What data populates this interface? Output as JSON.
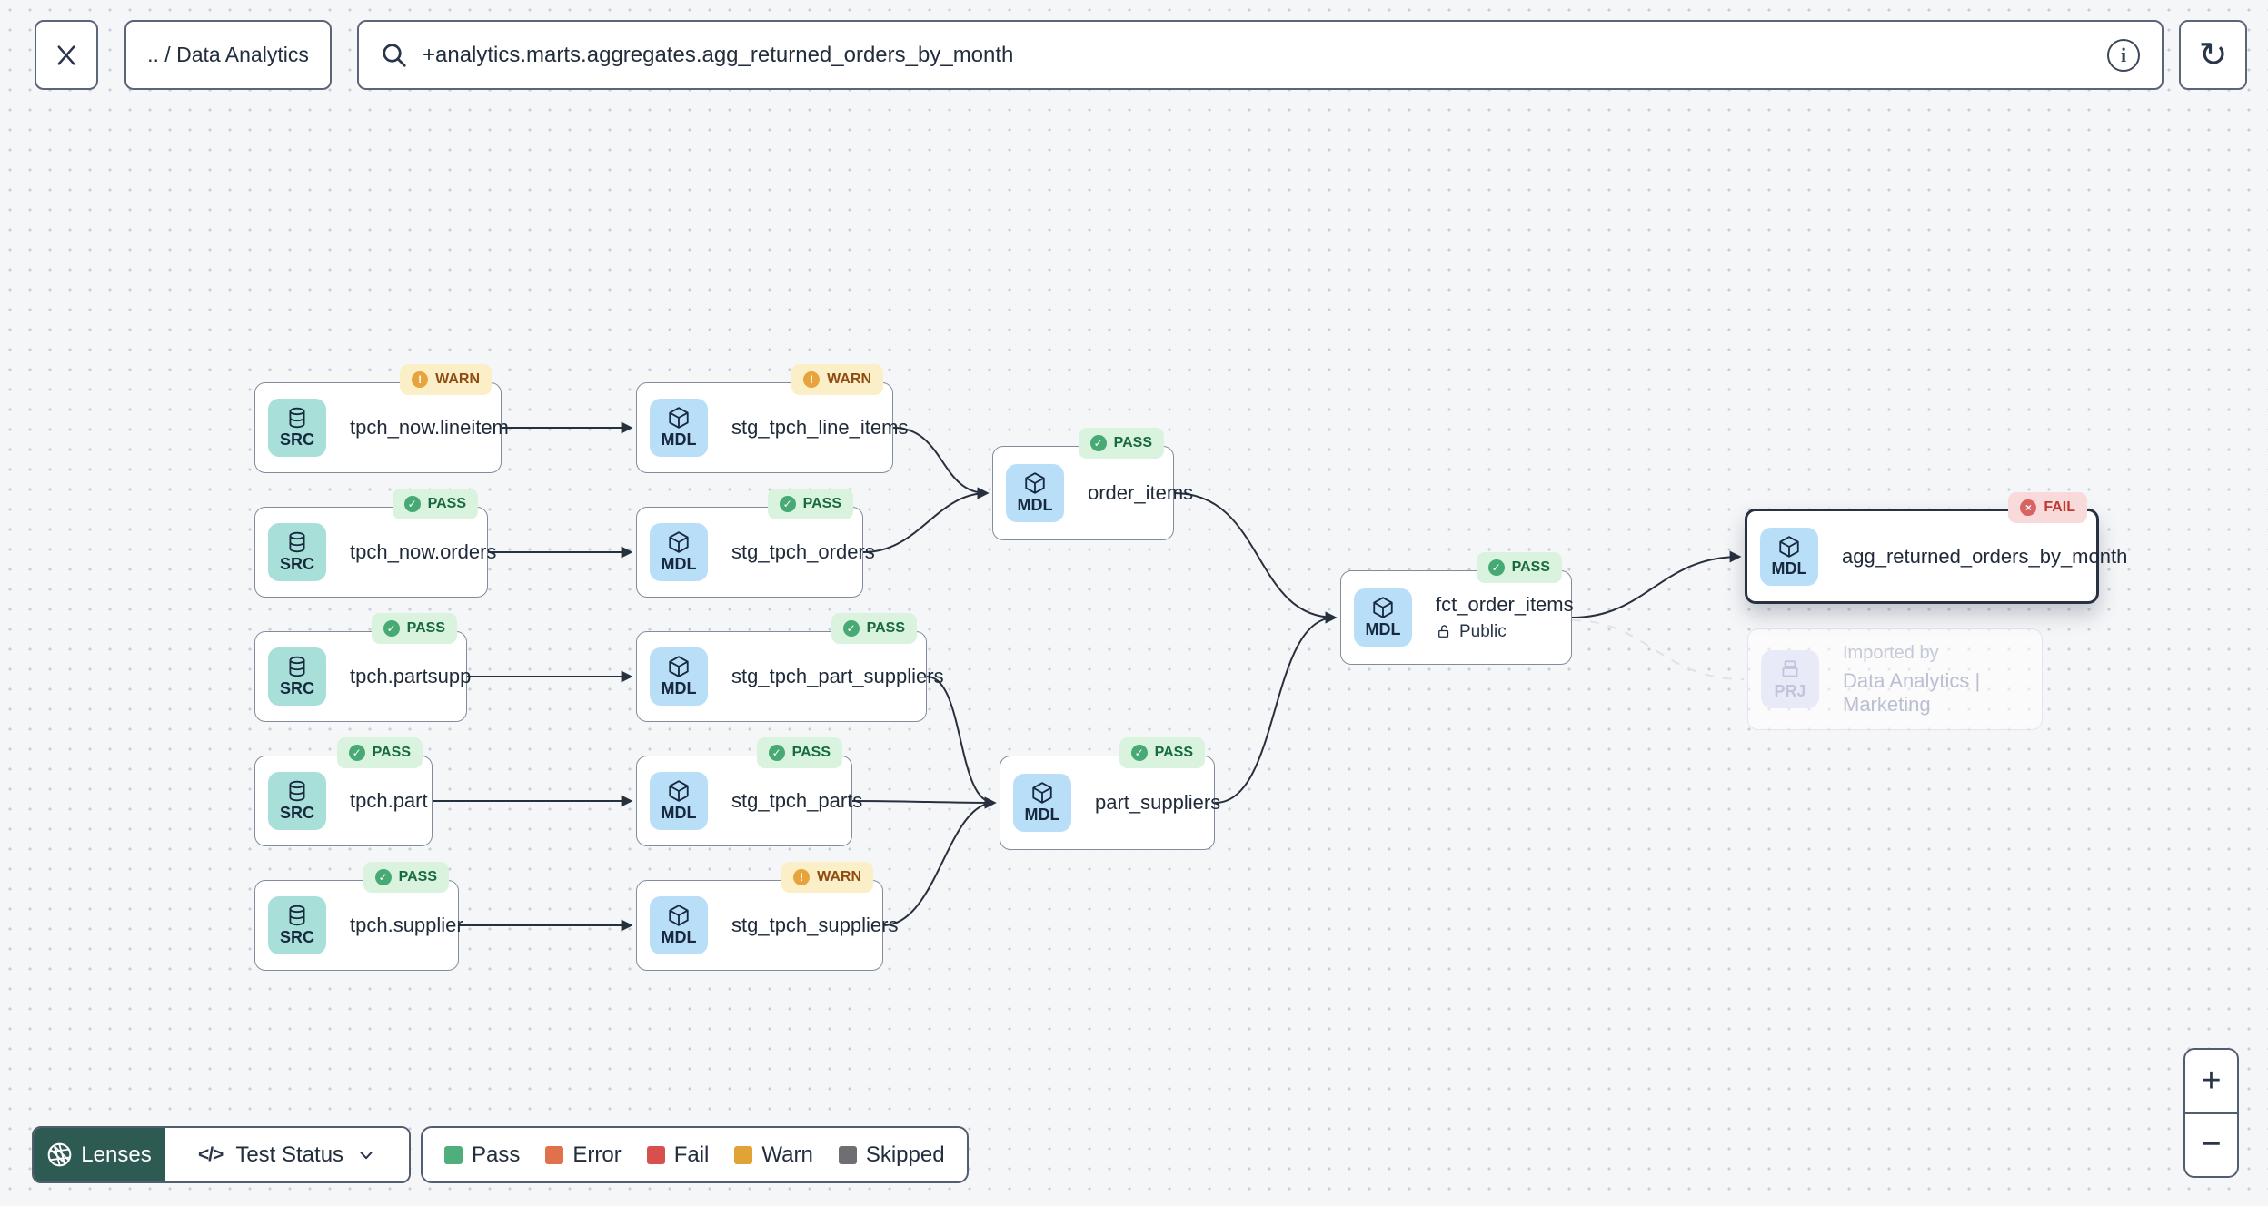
{
  "topbar": {
    "breadcrumb": ".. / Data Analytics",
    "search_value": "+analytics.marts.aggregates.agg_returned_orders_by_month",
    "refresh_glyph": "↻"
  },
  "nodes": [
    {
      "kind": "SRC",
      "label": "tpch_now.lineitem",
      "status": "WARN"
    },
    {
      "kind": "MDL",
      "label": "stg_tpch_line_items",
      "status": "WARN"
    },
    {
      "kind": "SRC",
      "label": "tpch_now.orders",
      "status": "PASS"
    },
    {
      "kind": "MDL",
      "label": "stg_tpch_orders",
      "status": "PASS"
    },
    {
      "kind": "MDL",
      "label": "order_items",
      "status": "PASS"
    },
    {
      "kind": "SRC",
      "label": "tpch.partsupp",
      "status": "PASS"
    },
    {
      "kind": "MDL",
      "label": "stg_tpch_part_suppliers",
      "status": "PASS"
    },
    {
      "kind": "MDL",
      "label": "fct_order_items",
      "status": "PASS",
      "subtitle": "Public"
    },
    {
      "kind": "MDL",
      "label": "agg_returned_orders_by_month",
      "status": "FAIL"
    },
    {
      "kind": "SRC",
      "label": "tpch.part",
      "status": "PASS"
    },
    {
      "kind": "MDL",
      "label": "stg_tpch_parts",
      "status": "PASS"
    },
    {
      "kind": "MDL",
      "label": "part_suppliers",
      "status": "PASS"
    },
    {
      "kind": "SRC",
      "label": "tpch.supplier",
      "status": "PASS"
    },
    {
      "kind": "MDL",
      "label": "stg_tpch_suppliers",
      "status": "WARN"
    },
    {
      "kind": "PRJ",
      "title": "Imported by",
      "label": "Data Analytics | Marketing"
    }
  ],
  "controls": {
    "lenses_label": "Lenses",
    "lens_selected": "Test Status",
    "code_icon": "</>"
  },
  "legend": {
    "items": [
      {
        "label": "Pass",
        "color": "#4fae7c"
      },
      {
        "label": "Error",
        "color": "#e0714b"
      },
      {
        "label": "Fail",
        "color": "#d7504d"
      },
      {
        "label": "Warn",
        "color": "#e2a336"
      },
      {
        "label": "Skipped",
        "color": "#6e6f73"
      }
    ]
  },
  "zoom": {
    "in": "+",
    "out": "−"
  },
  "colors": {
    "background": "#f5f6f8",
    "node_border": "#828c9d",
    "selected_border": "#273140",
    "src_badge": "#a9dfd9",
    "mdl_badge": "#b9def7",
    "prj_badge": "#e8eaf8",
    "warn_bg": "#fbefc8",
    "warn_icon": "#e7a33c",
    "warn_text": "#8f4b10",
    "pass_bg": "#d9f3de",
    "pass_icon": "#47a974",
    "pass_text": "#176a3f",
    "fail_bg": "#f9dada",
    "fail_icon": "#d96262",
    "fail_text": "#bf3a31",
    "lenses_button": "#2d5a52",
    "edge": "#27303d"
  }
}
